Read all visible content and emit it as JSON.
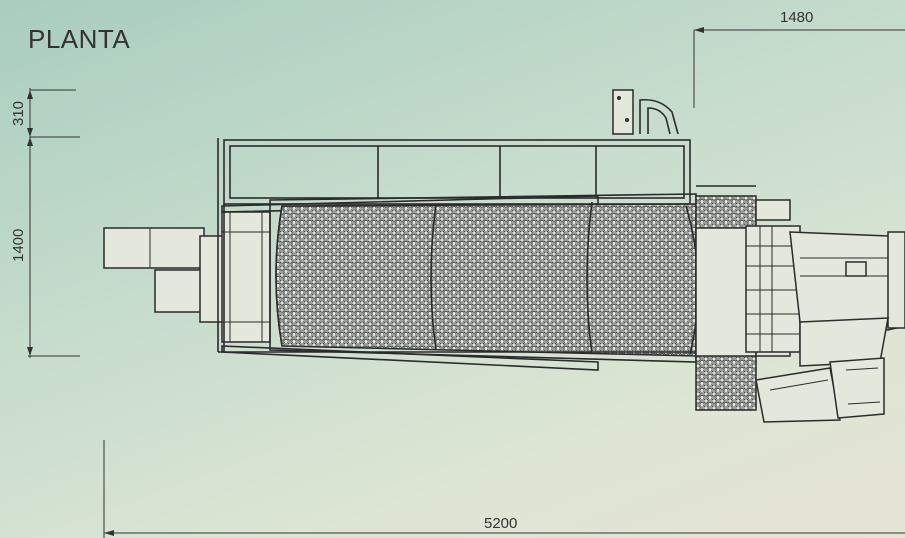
{
  "title": "PLANTA",
  "dimensions": {
    "top_right": "1480",
    "left_small": "310",
    "left_large": "1400",
    "bottom": "5200"
  },
  "colors": {
    "background_start": "#a9cdbd",
    "background_end": "#e6e4d4",
    "line": "#2b2b2b"
  }
}
